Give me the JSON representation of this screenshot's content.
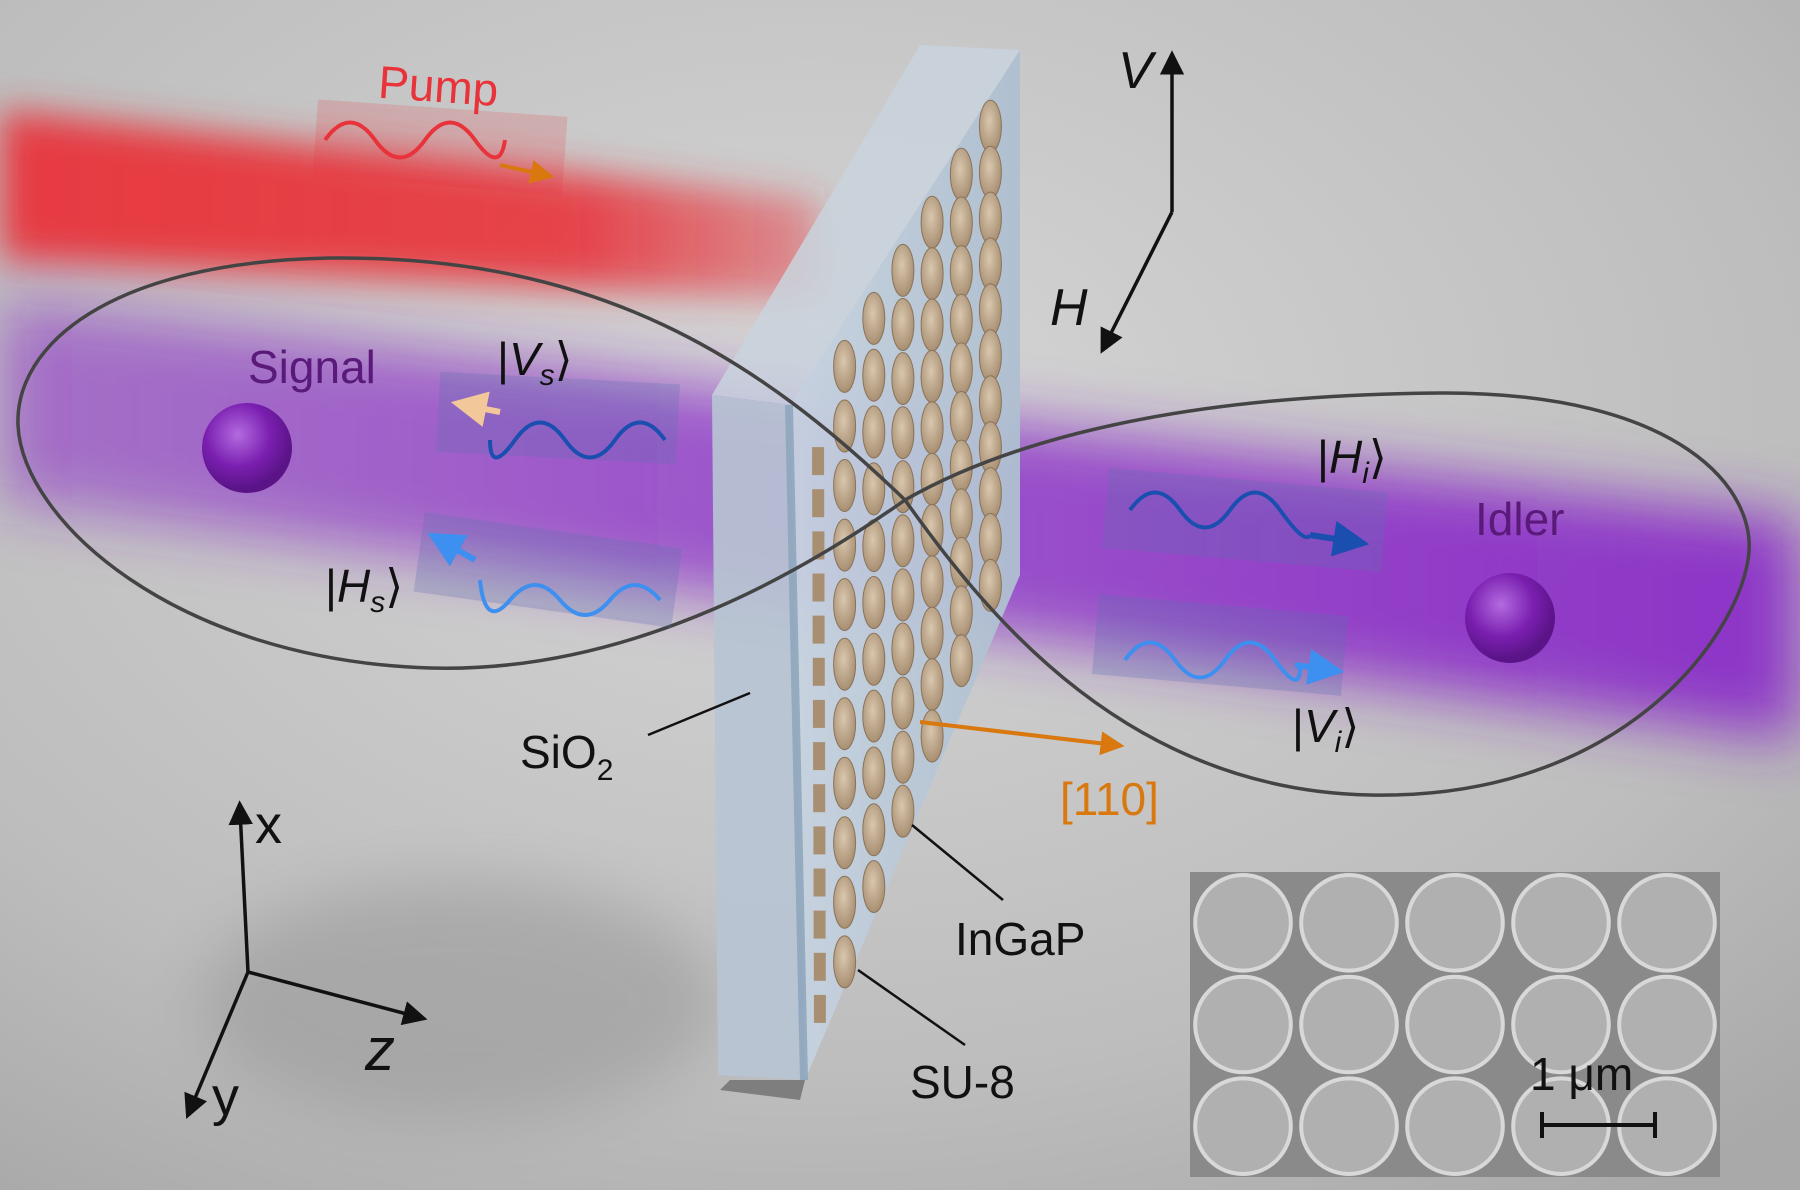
{
  "labels": {
    "pump": "Pump",
    "signal": "Signal",
    "idler": "Idler",
    "axis_v": "V",
    "axis_h": "H",
    "axis_x": "x",
    "axis_y": "y",
    "axis_z": "z",
    "crystal_dir": "[110]",
    "sio2": "SiO",
    "sio2_sub": "2",
    "ingap": "InGaP",
    "su8": "SU-8",
    "scale_bar": "1 μm"
  },
  "kets": {
    "vs": {
      "letter": "V",
      "sub": "s"
    },
    "hs": {
      "letter": "H",
      "sub": "s"
    },
    "hi": {
      "letter": "H",
      "sub": "i"
    },
    "vi": {
      "letter": "V",
      "sub": "i"
    }
  },
  "colors": {
    "pump_beam": "#e8333b",
    "signal_idler_beam": "#8a2bc8",
    "h_polarization_arrow": "#1a4fb0",
    "v_polarization_arrow": "#3d8ff0",
    "crystal_axis_arrow": "#d9780f",
    "label_purple": "#5a1a7a"
  },
  "sem_inset": {
    "rows": 3,
    "cols": 5
  }
}
